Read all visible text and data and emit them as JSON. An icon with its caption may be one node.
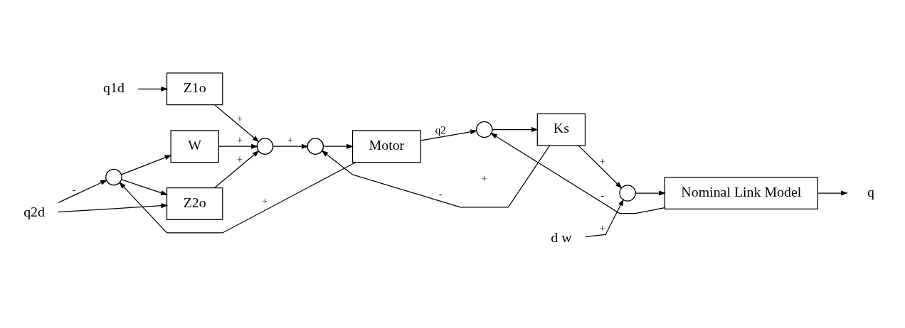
{
  "diagram": {
    "nodes": [
      {
        "text": [
          "q1d"
        ]
      },
      {
        "text": [
          "Z1o"
        ]
      },
      {
        "text": [
          "q2d"
        ]
      },
      {
        "text": [],
        "shape": "circle"
      },
      {
        "text": [
          "W"
        ]
      },
      {
        "text": [
          "Z2o"
        ]
      },
      {
        "text": [],
        "shape": "circle"
      },
      {
        "text": [],
        "shape": "circle"
      },
      {
        "text": [
          "Motor"
        ]
      },
      {
        "text": [],
        "shape": "circle"
      },
      {
        "text": [
          "Ks"
        ]
      },
      {
        "text": [
          "d w"
        ]
      },
      {
        "text": [],
        "shape": "circle"
      },
      {
        "text": [
          "Nominal Link Model"
        ]
      },
      {
        "text": [
          "q"
        ]
      }
    ],
    "edges": [
      {
        "from": 0,
        "to": 1,
        "arrow": "to"
      },
      {
        "from": 2,
        "to": 3,
        "arrow": "to",
        "label": "-"
      },
      {
        "from": 3,
        "to": 4,
        "arrow": "to"
      },
      {
        "from": 3,
        "to": 5,
        "arrow": "to"
      },
      {
        "from": 2,
        "to": 5,
        "arrow": "to"
      },
      {
        "from": 1,
        "to": 6,
        "arrow": "to",
        "label": "+"
      },
      {
        "from": 4,
        "to": 6,
        "arrow": "to",
        "label": "+"
      },
      {
        "from": 5,
        "to": 6,
        "arrow": "to",
        "label": "+"
      },
      {
        "from": 6,
        "to": 7,
        "arrow": "to",
        "label": "+"
      },
      {
        "from": 7,
        "to": 8,
        "arrow": "to"
      },
      {
        "from": 8,
        "to": 9,
        "arrow": "to",
        "label": "q2"
      },
      {
        "from": 8,
        "to": 3,
        "arrow": "to",
        "label": "+"
      },
      {
        "from": 9,
        "to": 10,
        "arrow": "to"
      },
      {
        "from": 10,
        "to": 12,
        "arrow": "to",
        "label": "+"
      },
      {
        "from": 10,
        "to": 7,
        "arrow": "to",
        "label": "-"
      },
      {
        "from": 11,
        "to": 12,
        "arrow": "to",
        "label": "+"
      },
      {
        "from": 12,
        "to": 13,
        "arrow": "to"
      },
      {
        "from": 13,
        "to": 14,
        "arrow": "to"
      },
      {
        "from": 13,
        "to": 9,
        "arrow": "to",
        "label": "-"
      }
    ],
    "labels": [
      "+"
    ]
  }
}
